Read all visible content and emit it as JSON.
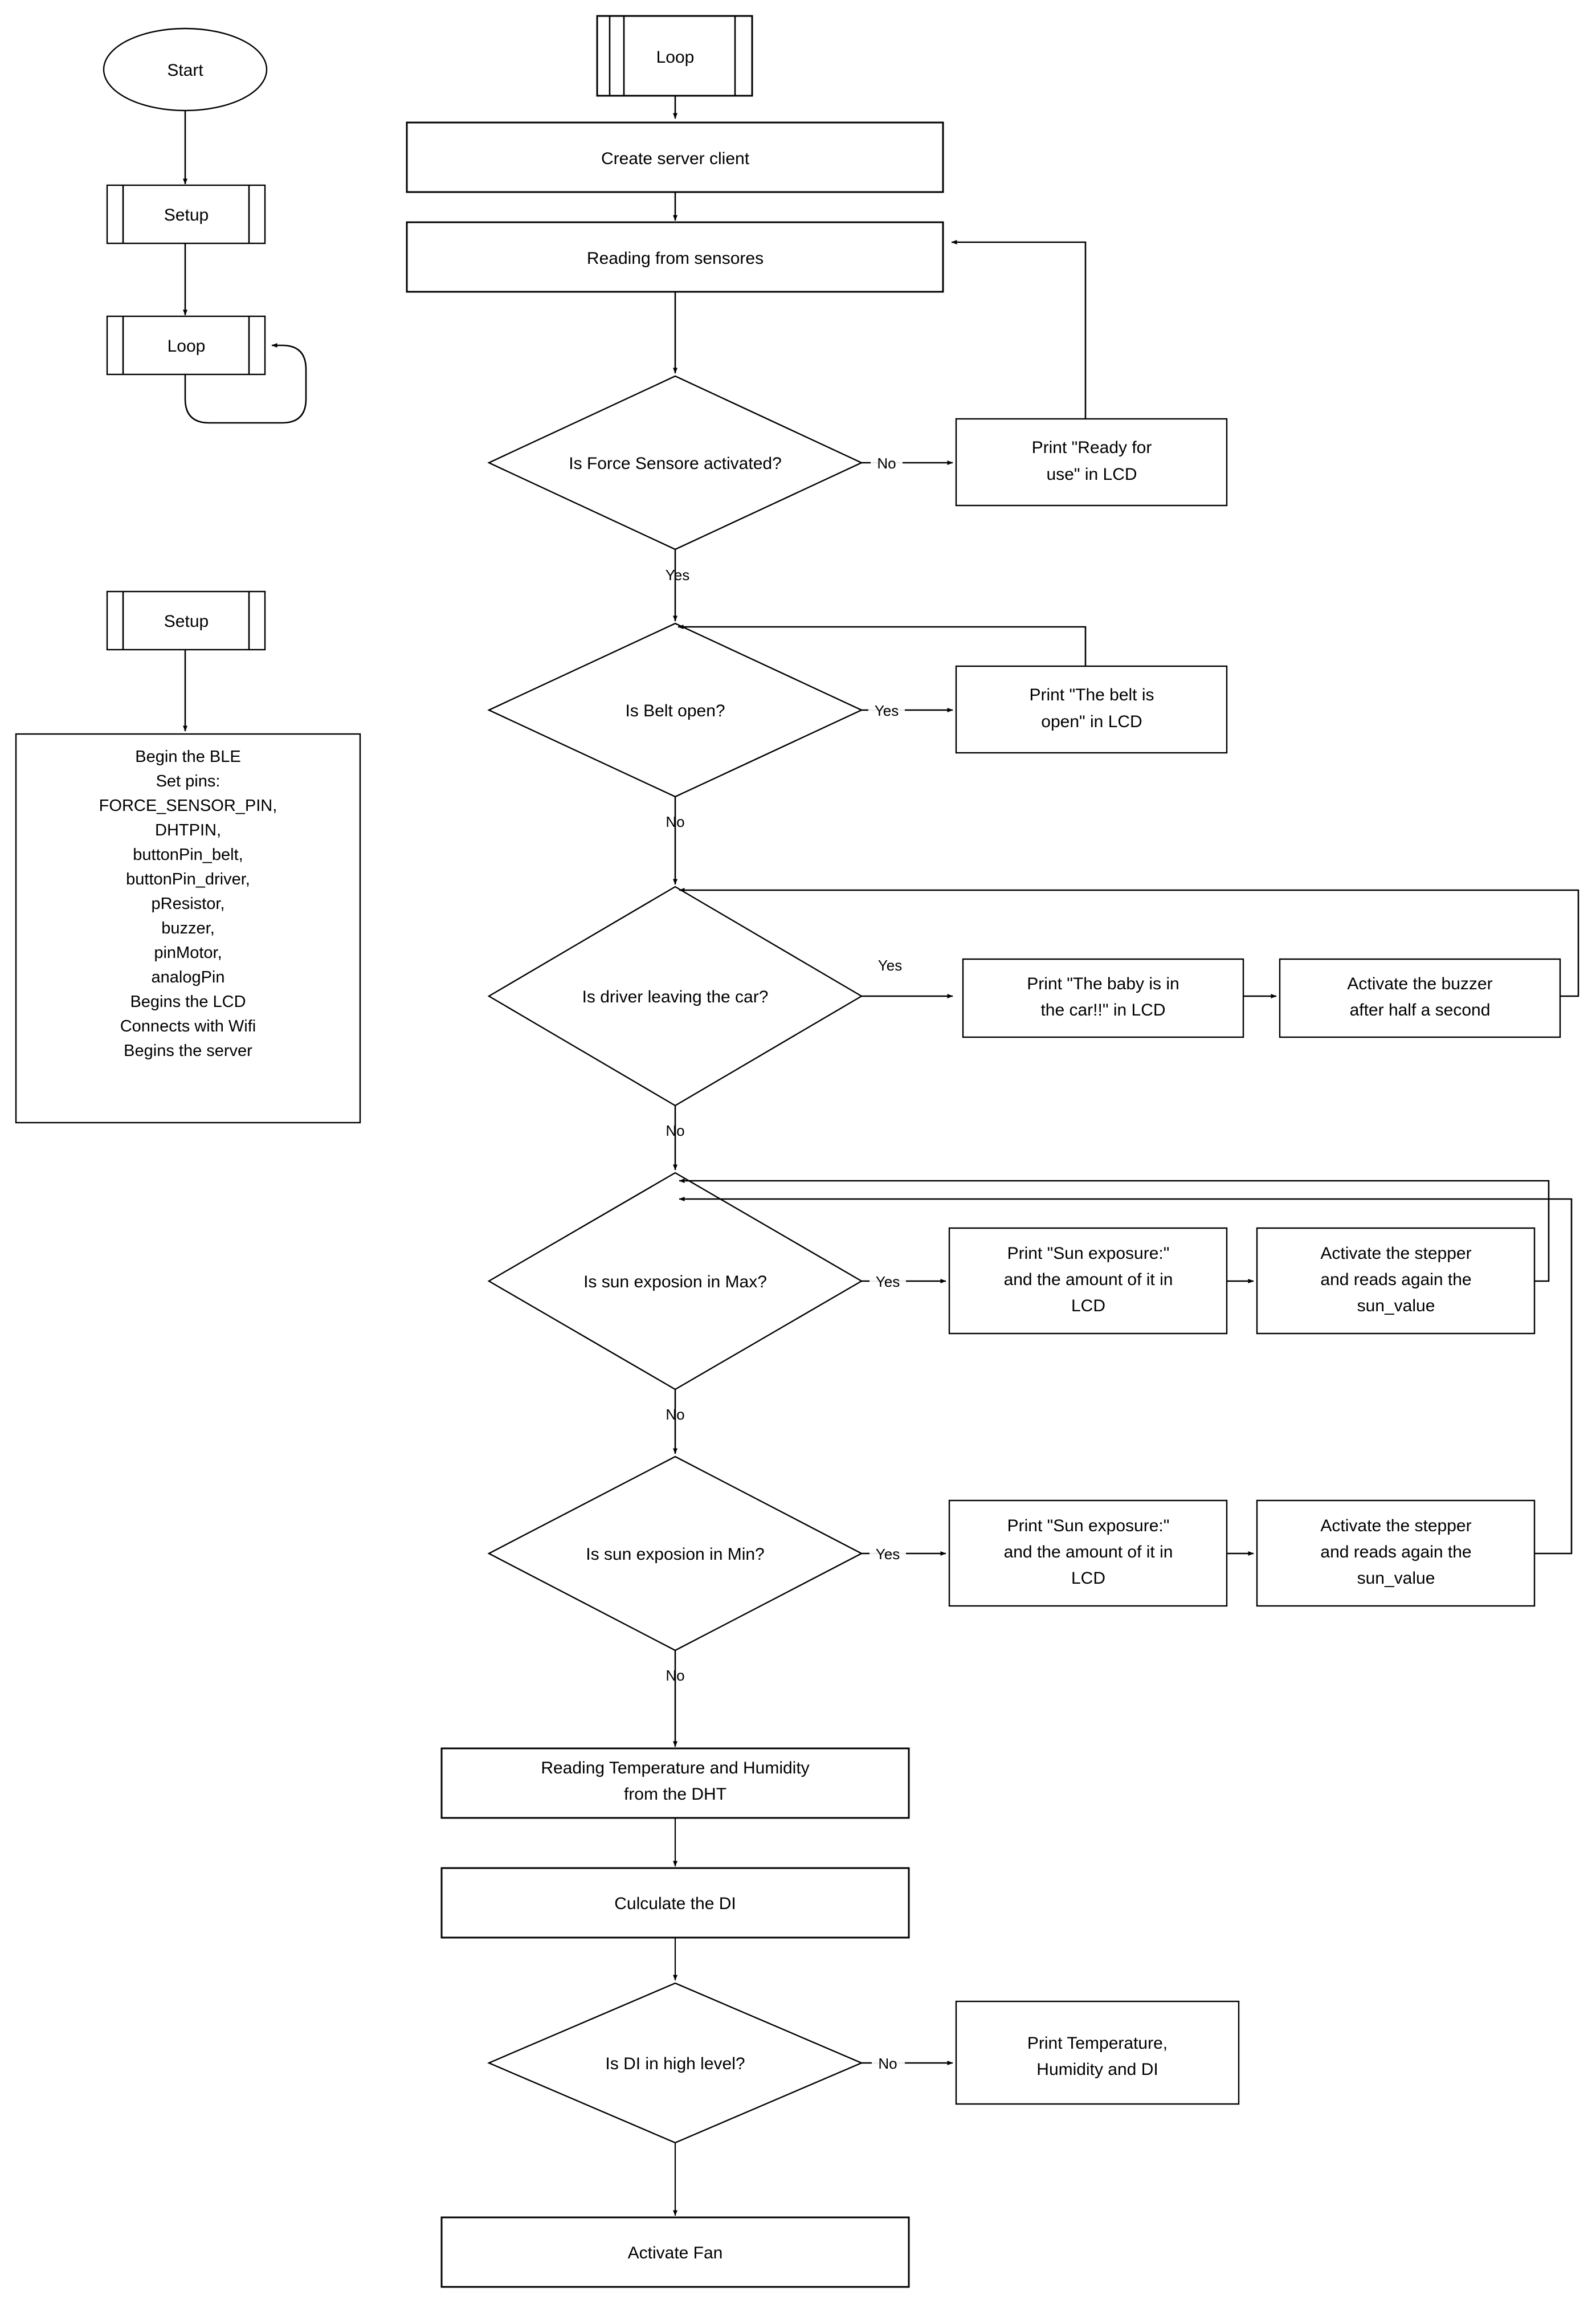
{
  "diagram": {
    "title": "Arduino baby-in-car safety system flowchart",
    "stroke_color": "#000000",
    "fill_color": "#ffffff",
    "background": "#ffffff"
  },
  "overview": {
    "start": "Start",
    "setup_ref": "Setup",
    "loop_ref": "Loop"
  },
  "setup_detail": {
    "header": "Setup",
    "lines": [
      "Begin the BLE",
      "Set pins:",
      "FORCE_SENSOR_PIN,",
      "DHTPIN,",
      "buttonPin_belt,",
      "buttonPin_driver,",
      "pResistor,",
      "buzzer,",
      "pinMotor,",
      "analogPin",
      "Begins the LCD",
      "Connects with Wifi",
      "Begins the server"
    ]
  },
  "loop_flow": {
    "header": "Loop",
    "nodes": [
      {
        "id": "create_server_client",
        "type": "process",
        "text": "Create server client"
      },
      {
        "id": "reading_sensores",
        "type": "process",
        "text": "Reading from sensores"
      },
      {
        "id": "force_sensor",
        "type": "decision",
        "text": "Is Force Sensore activated?"
      },
      {
        "id": "print_ready",
        "type": "process",
        "text": "Print \"Ready for use\" in LCD"
      },
      {
        "id": "belt_open",
        "type": "decision",
        "text": "Is Belt open?"
      },
      {
        "id": "print_belt_open",
        "type": "process",
        "text": "Print \"The belt is open\" in LCD"
      },
      {
        "id": "driver_leaving",
        "type": "decision",
        "text": "Is driver leaving the car?"
      },
      {
        "id": "print_baby",
        "type": "process",
        "text": "Print \"The baby is in the car!!\" in LCD"
      },
      {
        "id": "activate_buzzer",
        "type": "process",
        "text": "Activate the buzzer after half a second"
      },
      {
        "id": "sun_max",
        "type": "decision",
        "text": "Is sun exposion in Max?"
      },
      {
        "id": "print_sun_max",
        "type": "process",
        "text": "Print \"Sun exposure:\" and the amount of it in LCD"
      },
      {
        "id": "stepper_max",
        "type": "process",
        "text": "Activate the stepper and reads again the sun_value"
      },
      {
        "id": "sun_min",
        "type": "decision",
        "text": "Is sun exposion in Min?"
      },
      {
        "id": "print_sun_min",
        "type": "process",
        "text": "Print \"Sun exposure:\" and the amount of it in LCD"
      },
      {
        "id": "stepper_min",
        "type": "process",
        "text": "Activate the stepper and reads again the sun_value"
      },
      {
        "id": "read_dht",
        "type": "process",
        "text": "Reading Temperature and Humidity from the DHT"
      },
      {
        "id": "calc_di",
        "type": "process",
        "text": "Culculate the DI"
      },
      {
        "id": "di_high",
        "type": "decision",
        "text": "Is DI in high level?"
      },
      {
        "id": "print_temp",
        "type": "process",
        "text": "Print Temperature, Humidity and DI"
      },
      {
        "id": "activate_fan",
        "type": "process",
        "text": "Activate Fan"
      }
    ],
    "node_lines": {
      "create_server_client": [
        "Create server client"
      ],
      "reading_sensores": [
        "Reading from sensores"
      ],
      "force_sensor": [
        "Is Force Sensore activated?"
      ],
      "print_ready": [
        "Print \"Ready for",
        "use\" in LCD"
      ],
      "belt_open": [
        "Is Belt open?"
      ],
      "print_belt_open": [
        "Print \"The belt is",
        "open\" in LCD"
      ],
      "driver_leaving": [
        "Is driver leaving the car?"
      ],
      "print_baby": [
        "Print \"The baby is in",
        "the car!!\" in LCD"
      ],
      "activate_buzzer": [
        "Activate the buzzer",
        "after half a second"
      ],
      "sun_max": [
        "Is sun exposion in Max?"
      ],
      "print_sun_max": [
        "Print \"Sun exposure:\"",
        "and the amount of it in",
        "LCD"
      ],
      "stepper_max": [
        "Activate the stepper",
        "and reads again the",
        "sun_value"
      ],
      "sun_min": [
        "Is sun exposion in Min?"
      ],
      "print_sun_min": [
        "Print \"Sun exposure:\"",
        "and the amount of it in",
        "LCD"
      ],
      "stepper_min": [
        "Activate the stepper",
        "and reads again the",
        "sun_value"
      ],
      "read_dht": [
        "Reading Temperature and Humidity",
        "from the DHT"
      ],
      "calc_di": [
        "Culculate the DI"
      ],
      "di_high": [
        "Is DI in high level?"
      ],
      "print_temp": [
        "Print Temperature,",
        "Humidity and DI"
      ],
      "activate_fan": [
        "Activate Fan"
      ]
    },
    "edge_labels": {
      "force_sensor_no": "No",
      "force_sensor_yes": "Yes",
      "belt_open_yes": "Yes",
      "belt_open_no": "No",
      "driver_leaving_yes": "Yes",
      "driver_leaving_no": "No",
      "sun_max_yes": "Yes",
      "sun_max_no": "No",
      "sun_min_yes": "Yes",
      "sun_min_no": "No",
      "di_high_no": "No"
    }
  }
}
